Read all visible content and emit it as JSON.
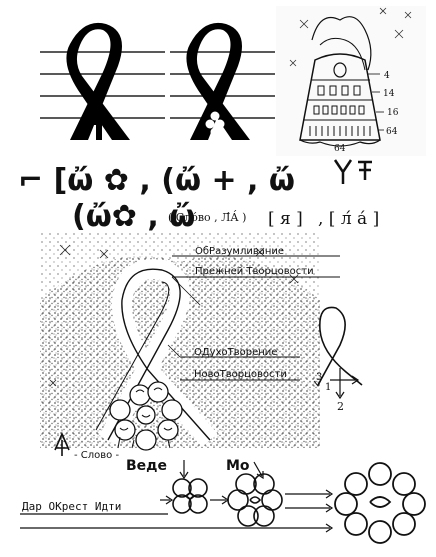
{
  "glyph_row_1": "⌐ [ὤ ✿ , (ὤ + , ὤ",
  "glyph_row_2": "(ὤ✿ , ὤ",
  "slovo_la": "( Сло́во , Л́А́ )",
  "ya_bracket": "[ я ]",
  "la_bracket": ", [ л́ а́ ]",
  "tree_numbers": [
    "4",
    "14",
    "16",
    "64",
    "64"
  ],
  "label_1a": "ОбРазумливание",
  "label_1b": "Прежней Творцовости",
  "label_2a": "ОДухоТворение",
  "label_2b": "НовоТворцовости",
  "diagram_numbers": [
    "1",
    "2",
    "3"
  ],
  "slovo_bottom": "- Слово -",
  "vede": "Веде",
  "mo": "Мо",
  "dar": "Дар ОКрест Идти"
}
